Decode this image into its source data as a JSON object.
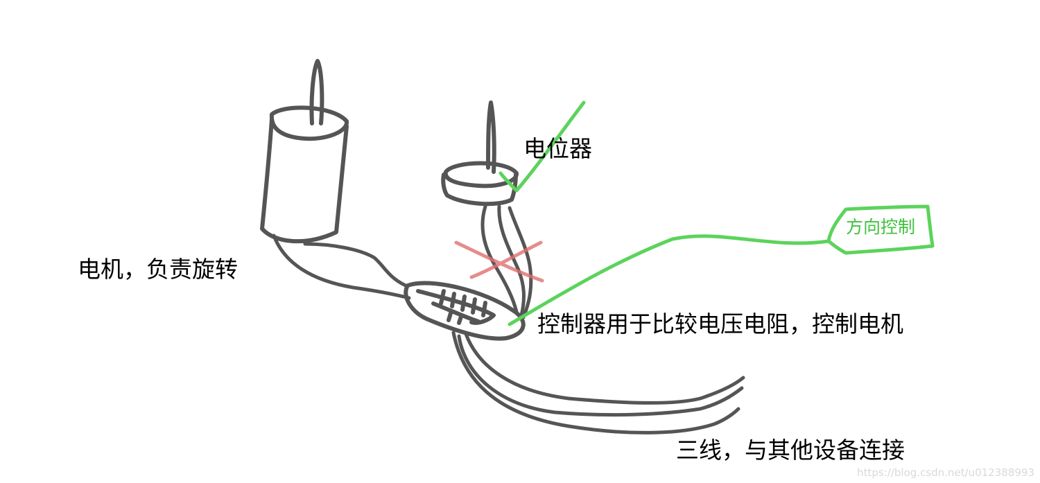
{
  "labels": {
    "motor": "电机，负责旋转",
    "potentiometer": "电位器",
    "direction_control": "方向控制",
    "controller": "控制器用于比较电压电阻，控制电机",
    "three_wires": "三线，与其他设备连接"
  },
  "watermark": "https://blog.csdn.net/u012388993",
  "colors": {
    "stroke": "#555555",
    "green": "#5cd35c",
    "red": "#e07070",
    "text": "#000000",
    "green_text": "#3fc23f"
  }
}
